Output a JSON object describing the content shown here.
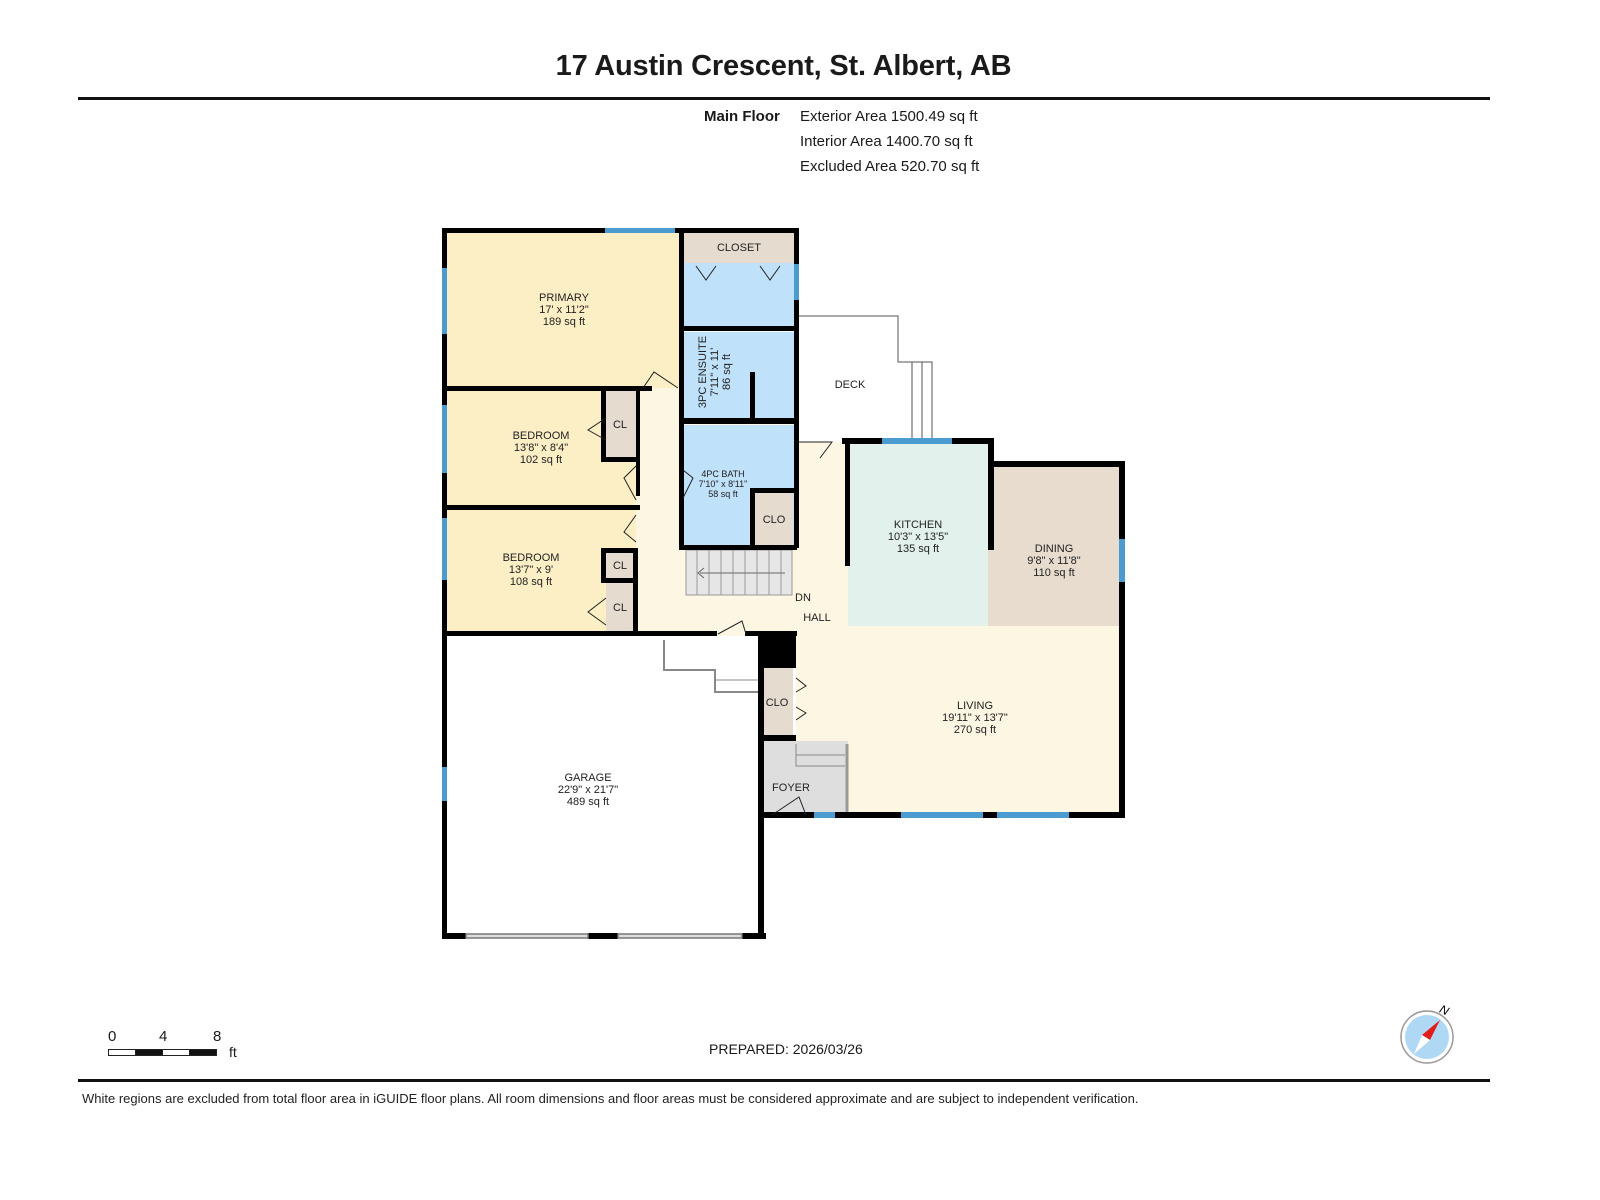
{
  "header": {
    "title": "17 Austin Crescent, St. Albert, AB",
    "floor_label": "Main Floor",
    "areas": [
      "Exterior Area 1500.49 sq ft",
      "Interior Area 1400.70 sq ft",
      "Excluded Area 520.70 sq ft"
    ]
  },
  "rooms": {
    "primary": {
      "name": "PRIMARY",
      "dims": "17' x 11'2\"",
      "area": "189 sq ft"
    },
    "closet_top": {
      "name": "CLOSET"
    },
    "ensuite": {
      "name": "3PC ENSUITE",
      "dims": "7'11\" x 11'",
      "area": "86 sq ft"
    },
    "bedroom1": {
      "name": "BEDROOM",
      "dims": "13'8\" x 8'4\"",
      "area": "102 sq ft"
    },
    "bedroom2": {
      "name": "BEDROOM",
      "dims": "13'7\" x 9'",
      "area": "108 sq ft"
    },
    "bath": {
      "name": "4PC BATH",
      "dims": "7'10\" x 8'11\"",
      "area": "58 sq ft"
    },
    "kitchen": {
      "name": "KITCHEN",
      "dims": "10'3\" x 13'5\"",
      "area": "135 sq ft"
    },
    "dining": {
      "name": "DINING",
      "dims": "9'8\" x 11'8\"",
      "area": "110 sq ft"
    },
    "living": {
      "name": "LIVING",
      "dims": "19'11\" x 13'7\"",
      "area": "270 sq ft"
    },
    "garage": {
      "name": "GARAGE",
      "dims": "22'9\" x 21'7\"",
      "area": "489 sq ft"
    },
    "foyer": {
      "name": "FOYER"
    },
    "deck": {
      "name": "DECK"
    },
    "hall": {
      "name": "HALL"
    },
    "stairs_dn": {
      "name": "DN"
    },
    "cl1": {
      "name": "CL"
    },
    "cl2": {
      "name": "CL"
    },
    "cl3": {
      "name": "CL"
    },
    "clo_bath": {
      "name": "CLO"
    },
    "clo_entry": {
      "name": "CLO"
    }
  },
  "colors": {
    "bedroom": "#fcefc6",
    "wet": "#bfe1f9",
    "kitchen": "#e2f1ec",
    "dining": "#e7dccd",
    "closet": "#e5dccf",
    "hall": "#fdf6e3",
    "foyer": "#dedede",
    "wall": "#000000",
    "window": "#4c9bd0"
  },
  "scale": {
    "ticks": [
      "0",
      "4",
      "8"
    ],
    "unit": "ft"
  },
  "compass": {
    "label": "N"
  },
  "footer": {
    "prepared": "PREPARED: 2026/03/26",
    "disclaimer": "White regions are excluded from total floor area in iGUIDE floor plans. All room dimensions and floor areas must be considered approximate and are subject to independent verification."
  }
}
